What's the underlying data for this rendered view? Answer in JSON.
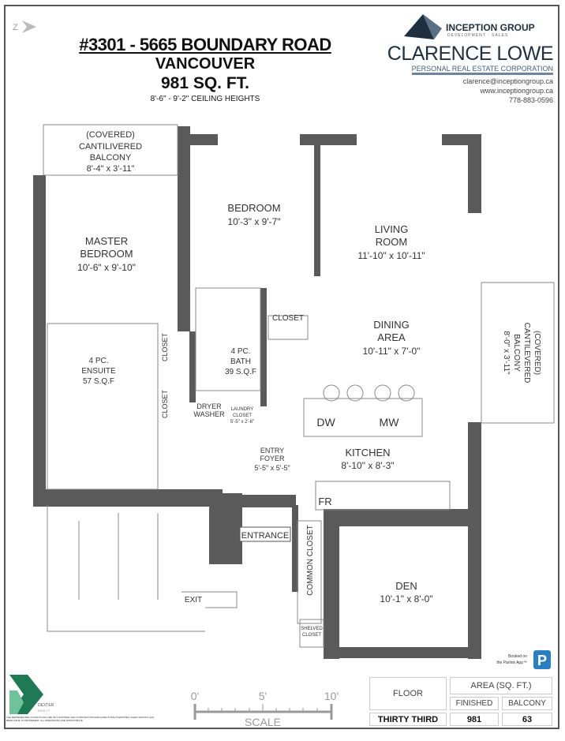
{
  "header": {
    "address": "#3301 - 5665 BOUNDARY ROAD",
    "city": "VANCOUVER",
    "area": "981 SQ. FT.",
    "ceiling": "8'-6\" - 9'-2\" CEILING HEIGHTS",
    "north_arrow_icon": "north-arrow-icon"
  },
  "agent": {
    "company": "INCEPTION GROUP",
    "company_sub": "DEVELOPMENT · SALES",
    "name": "CLARENCE LOWE",
    "corporation": "PERSONAL REAL ESTATE CORPORATION",
    "email": "clarence@inceptiongroup.ca",
    "website": "www.inceptiongroup.ca",
    "phone": "778-883-0596",
    "brand_color": "#1f2f3f"
  },
  "rooms": {
    "balcony_top": [
      "(COVERED)",
      "CANTILIVERED",
      "BALCONY",
      "8'-4\" x 3'-11\""
    ],
    "master": [
      "MASTER",
      "BEDROOM",
      "10'-6\" x 9'-10\""
    ],
    "bedroom": [
      "BEDROOM",
      "10'-3\" x 9'-7\""
    ],
    "living": [
      "LIVING",
      "ROOM",
      "11'-10\" x 10'-11\""
    ],
    "dining": [
      "DINING",
      "AREA",
      "10'-11\" x 7'-0\""
    ],
    "balcony_right": [
      "(COVERED)",
      "CANTILEVERED",
      "BALCONY",
      "8'-0\" x 3'-11\""
    ],
    "ensuite": [
      "4 PC.",
      "ENSUITE",
      "57 S.Q.F"
    ],
    "bath": [
      "4 PC.",
      "BATH",
      "39 S.Q.F"
    ],
    "closet": "CLOSET",
    "dryer": [
      "DRYER",
      "WASHER"
    ],
    "laundry": [
      "LAUNDRY",
      "CLOSET",
      "5'-5\" x 2'-6\""
    ],
    "foyer": [
      "ENTRY",
      "FOYER",
      "5'-5\" x 5'-5\""
    ],
    "kitchen": [
      "KITCHEN",
      "8'-10\" x 8'-3\""
    ],
    "dw": "DW",
    "mw": "MW",
    "fr": "FR",
    "entrance": "ENTRANCE",
    "common_closet": "COMMON CLOSET",
    "den": [
      "DEN",
      "10'-1\" x 8'-0\""
    ],
    "shelved": [
      "SHELVED",
      "CLOSET"
    ],
    "exit": "EXIT"
  },
  "parking": {
    "text": [
      "Booked on",
      "the Parlink App™"
    ],
    "icon": "P"
  },
  "scale": {
    "ticks": [
      "0'",
      "5'",
      "10'"
    ],
    "label": "SCALE"
  },
  "table": {
    "floor_header": "FLOOR",
    "area_header": "AREA (SQ. FT.)",
    "finished_header": "FINISHED",
    "balcony_header": "BALCONY",
    "floor": "THIRTY THIRD",
    "finished": "981",
    "balcony": "63"
  },
  "developer": {
    "name": "DEXTER",
    "sub": "REALTY",
    "color": "#1e7a55"
  },
  "disclaimer": "THE REPRESENTED FLOOR PLANS ARE NOT SUITABLE FOR CONSTRUCTION/ARCHITECTURAL PURPOSES. EVERY EFFORT HAS BEEN MADE TO REPRESENT. ALL DIMENSIONS ARE APPROXIMATE."
}
